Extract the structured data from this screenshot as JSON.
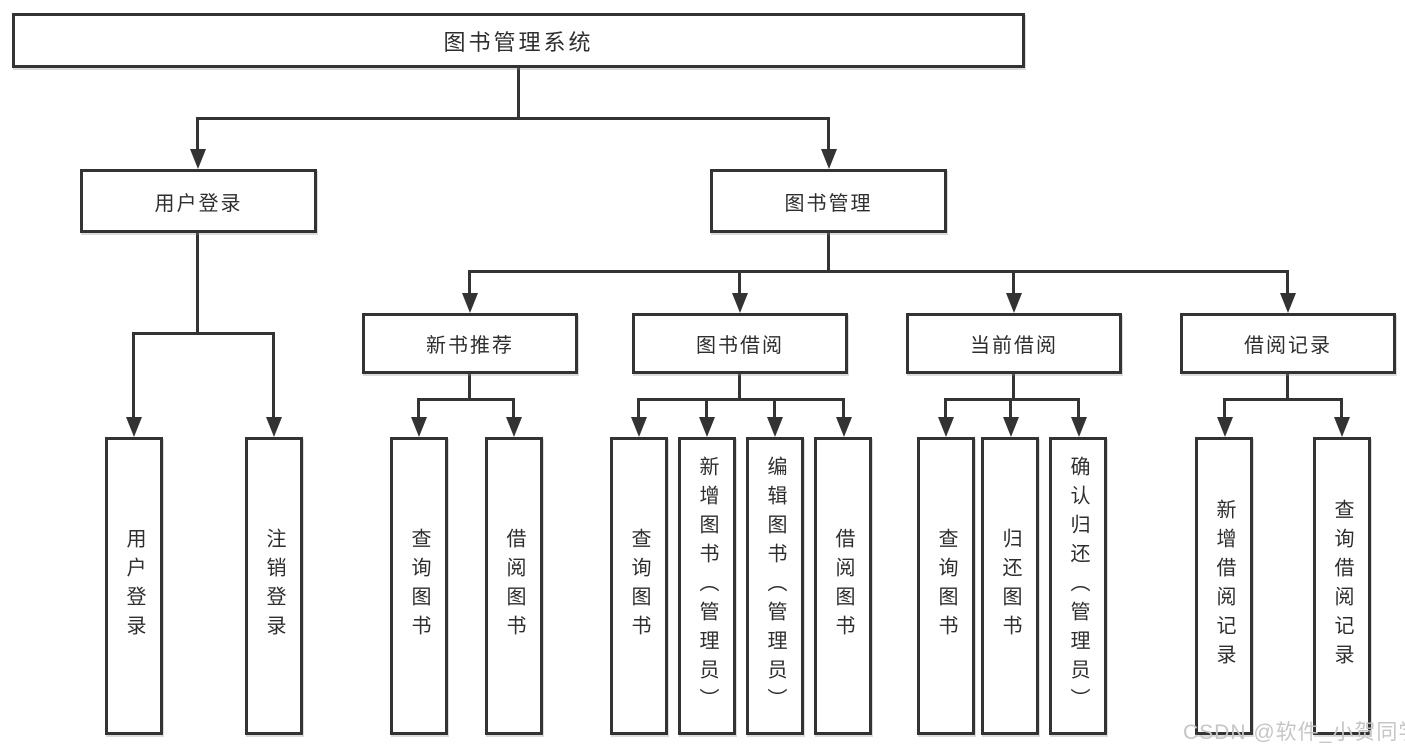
{
  "nodes": {
    "root": {
      "label": "图书管理系统"
    },
    "level2": [
      {
        "label": "用户登录",
        "parent": "图书管理系统"
      },
      {
        "label": "图书管理",
        "parent": "图书管理系统"
      }
    ],
    "level3": [
      {
        "label": "新书推荐",
        "parent": "图书管理"
      },
      {
        "label": "图书借阅",
        "parent": "图书管理"
      },
      {
        "label": "当前借阅",
        "parent": "图书管理"
      },
      {
        "label": "借阅记录",
        "parent": "图书管理"
      }
    ],
    "leaves": [
      {
        "label": "用户登录",
        "parent": "用户登录"
      },
      {
        "label": "注销登录",
        "parent": "用户登录"
      },
      {
        "label": "查询图书",
        "parent": "新书推荐"
      },
      {
        "label": "借阅图书",
        "parent": "新书推荐"
      },
      {
        "label": "查询图书",
        "parent": "图书借阅"
      },
      {
        "label": "新增图书（管理员）",
        "parent": "图书借阅"
      },
      {
        "label": "编辑图书（管理员）",
        "parent": "图书借阅"
      },
      {
        "label": "借阅图书",
        "parent": "图书借阅"
      },
      {
        "label": "查询图书",
        "parent": "当前借阅"
      },
      {
        "label": "归还图书",
        "parent": "当前借阅"
      },
      {
        "label": "确认归还（管理员）",
        "parent": "当前借阅"
      },
      {
        "label": "新增借阅记录",
        "parent": "借阅记录"
      },
      {
        "label": "查询借阅记录",
        "parent": "借阅记录"
      }
    ]
  },
  "watermark": {
    "text": "CSDN @软件_小贺同学"
  },
  "colors": {
    "line": "#333333",
    "box_border": "#333333",
    "box_fill": "#ffffff",
    "text": "#2e2e2e",
    "watermark": "#c6c6c6",
    "background": "#ffffff"
  }
}
